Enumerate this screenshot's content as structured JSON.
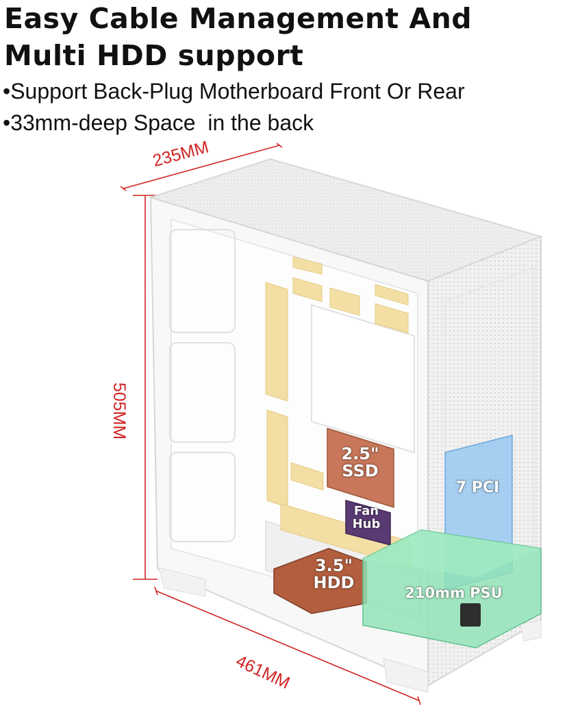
{
  "header": {
    "title_line1": "Easy Cable Management And",
    "title_line2": "Multi HDD support"
  },
  "bullets": [
    "•Support Back-Plug Motherboard Front Or Rear",
    "•33mm-deep Space  in the back"
  ],
  "dimensions": {
    "width": "235MM",
    "height": "505MM",
    "depth": "461MM"
  },
  "callouts": {
    "ssd": "2.5\"\nSSD",
    "fan_hub": "Fan\nHub",
    "hdd": "3.5\"\nHDD",
    "pci": "7 PCI",
    "psu": "210mm PSU"
  },
  "colors": {
    "dimension": "#d12323",
    "ssd": "#c8775a",
    "fan_hub": "#5a3a73",
    "hdd": "#b35e3e",
    "pci": "#8cc3f0",
    "psu": "#8fe3b6",
    "cable_slot": "#f3dea0"
  }
}
